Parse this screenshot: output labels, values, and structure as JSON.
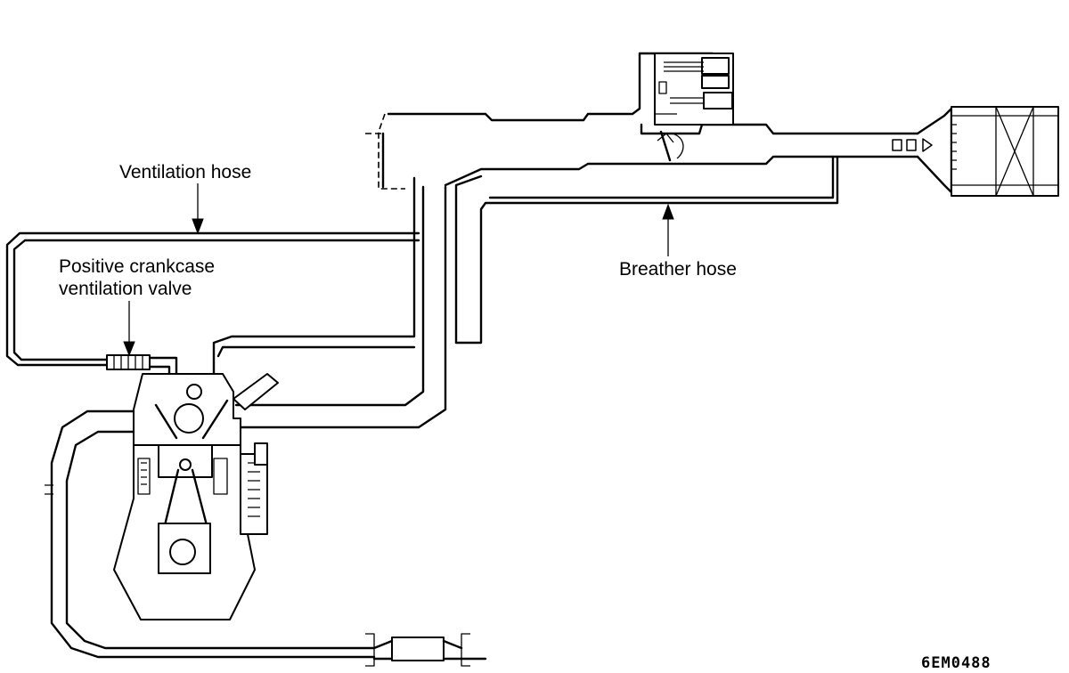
{
  "labels": {
    "ventilation_hose": "Ventilation hose",
    "pcv_valve_line1": "Positive crankcase",
    "pcv_valve_line2": "ventilation valve",
    "breather_hose": "Breather hose"
  },
  "figure_code": "6EM0488"
}
